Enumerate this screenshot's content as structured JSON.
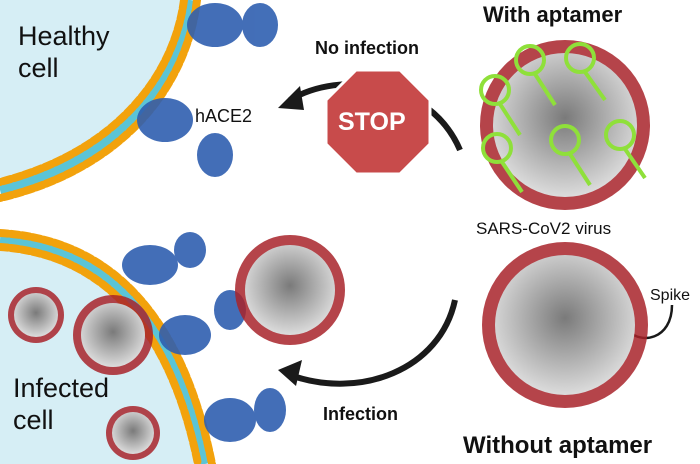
{
  "labels": {
    "healthy_cell": "Healthy\ncell",
    "healthy_cell_line1": "Healthy",
    "healthy_cell_line2": "cell",
    "infected_cell_line1": "Infected",
    "infected_cell_line2": "cell",
    "receptor": "hACE2",
    "no_infection": "No infection",
    "infection": "Infection",
    "stop_sign": "STOP",
    "with_aptamer": "With aptamer",
    "without_aptamer": "Without aptamer",
    "virus": "SARS-CoV2 virus",
    "spike": "Spike"
  },
  "colors": {
    "cytoplasm": "#d6eef5",
    "membrane_core": "#5bc4d6",
    "lipid_head": "#f2a20c",
    "receptor_protein": "#2f5fb0",
    "virus_body": "#b8b8b8",
    "virus_spike": "#a8232a",
    "aptamer_stroke": "#8fe03a",
    "aptamer_fill": "#e8c23a",
    "stop_sign": "#c84b4b",
    "arrow": "#1a1a1a"
  }
}
